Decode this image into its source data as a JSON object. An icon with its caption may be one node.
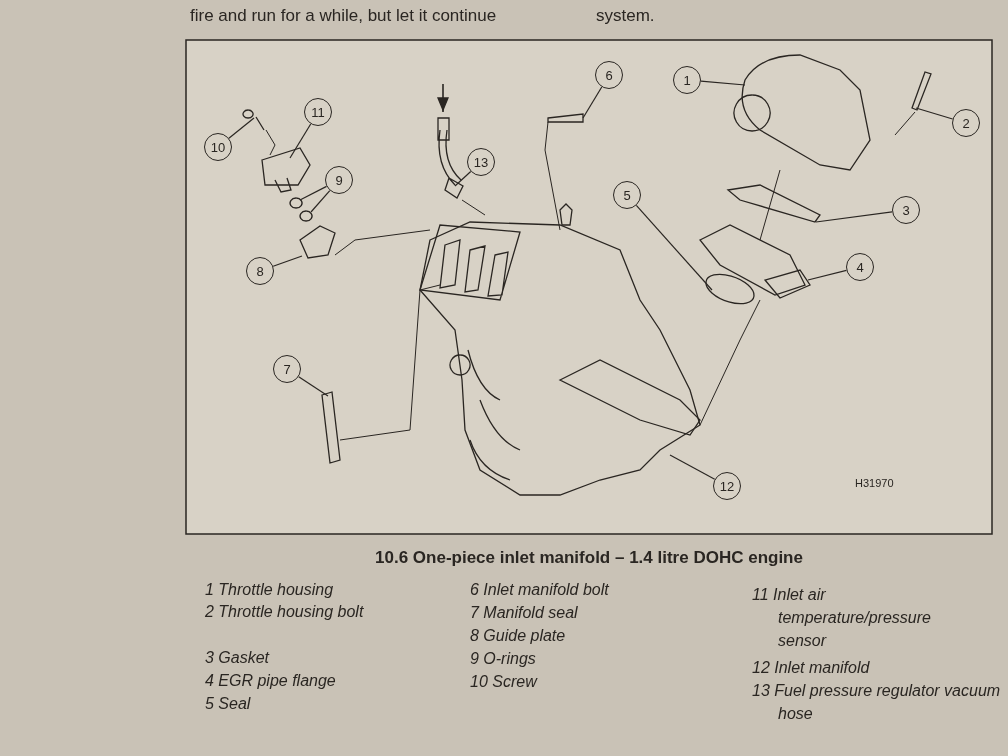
{
  "diagram": {
    "caption": "10.6 One-piece inlet manifold – 1.4 litre DOHC engine",
    "nodes": [
      {
        "text": [
          "1"
        ]
      },
      {
        "text": [
          "2"
        ]
      },
      {
        "text": [
          "3"
        ]
      },
      {
        "text": [
          "4"
        ]
      },
      {
        "text": [
          "5"
        ]
      },
      {
        "text": [
          "6"
        ]
      },
      {
        "text": [
          "7"
        ]
      },
      {
        "text": [
          "8"
        ]
      },
      {
        "text": [
          "9"
        ]
      },
      {
        "text": [
          "10"
        ]
      },
      {
        "text": [
          "11"
        ]
      },
      {
        "text": [
          "12"
        ]
      },
      {
        "text": [
          "13"
        ]
      }
    ],
    "edges": [
      {
        "from": 0,
        "to": null,
        "arrow": "none"
      },
      {
        "from": 1,
        "to": null,
        "arrow": "none"
      },
      {
        "from": 2,
        "to": null,
        "arrow": "none"
      },
      {
        "from": 3,
        "to": null,
        "arrow": "none"
      },
      {
        "from": 4,
        "to": null,
        "arrow": "none"
      },
      {
        "from": 5,
        "to": null,
        "arrow": "none"
      },
      {
        "from": 6,
        "to": null,
        "arrow": "none"
      },
      {
        "from": 7,
        "to": null,
        "arrow": "none"
      },
      {
        "from": 8,
        "to": null,
        "arrow": "none"
      },
      {
        "from": 8,
        "to": null,
        "arrow": "none"
      },
      {
        "from": 9,
        "to": null,
        "arrow": "none"
      },
      {
        "from": 10,
        "to": null,
        "arrow": "none"
      },
      {
        "from": 11,
        "to": null,
        "arrow": "none"
      },
      {
        "from": 12,
        "to": null,
        "arrow": "none"
      }
    ],
    "labels": [
      "fire and run for a while, but let it continue",
      "system.",
      "H31970",
      "1 Throttle housing",
      "2 Throttle housing bolt",
      "3 Gasket",
      "4 EGR pipe flange",
      "5 Seal",
      "6 Inlet manifold bolt",
      "7 Manifold seal",
      "8 Guide plate",
      "9 O-rings",
      "10 Screw",
      "11 Inlet air temperature/pressure sensor",
      "12 Inlet manifold",
      "13 Fuel pressure regulator vacuum hose"
    ]
  }
}
